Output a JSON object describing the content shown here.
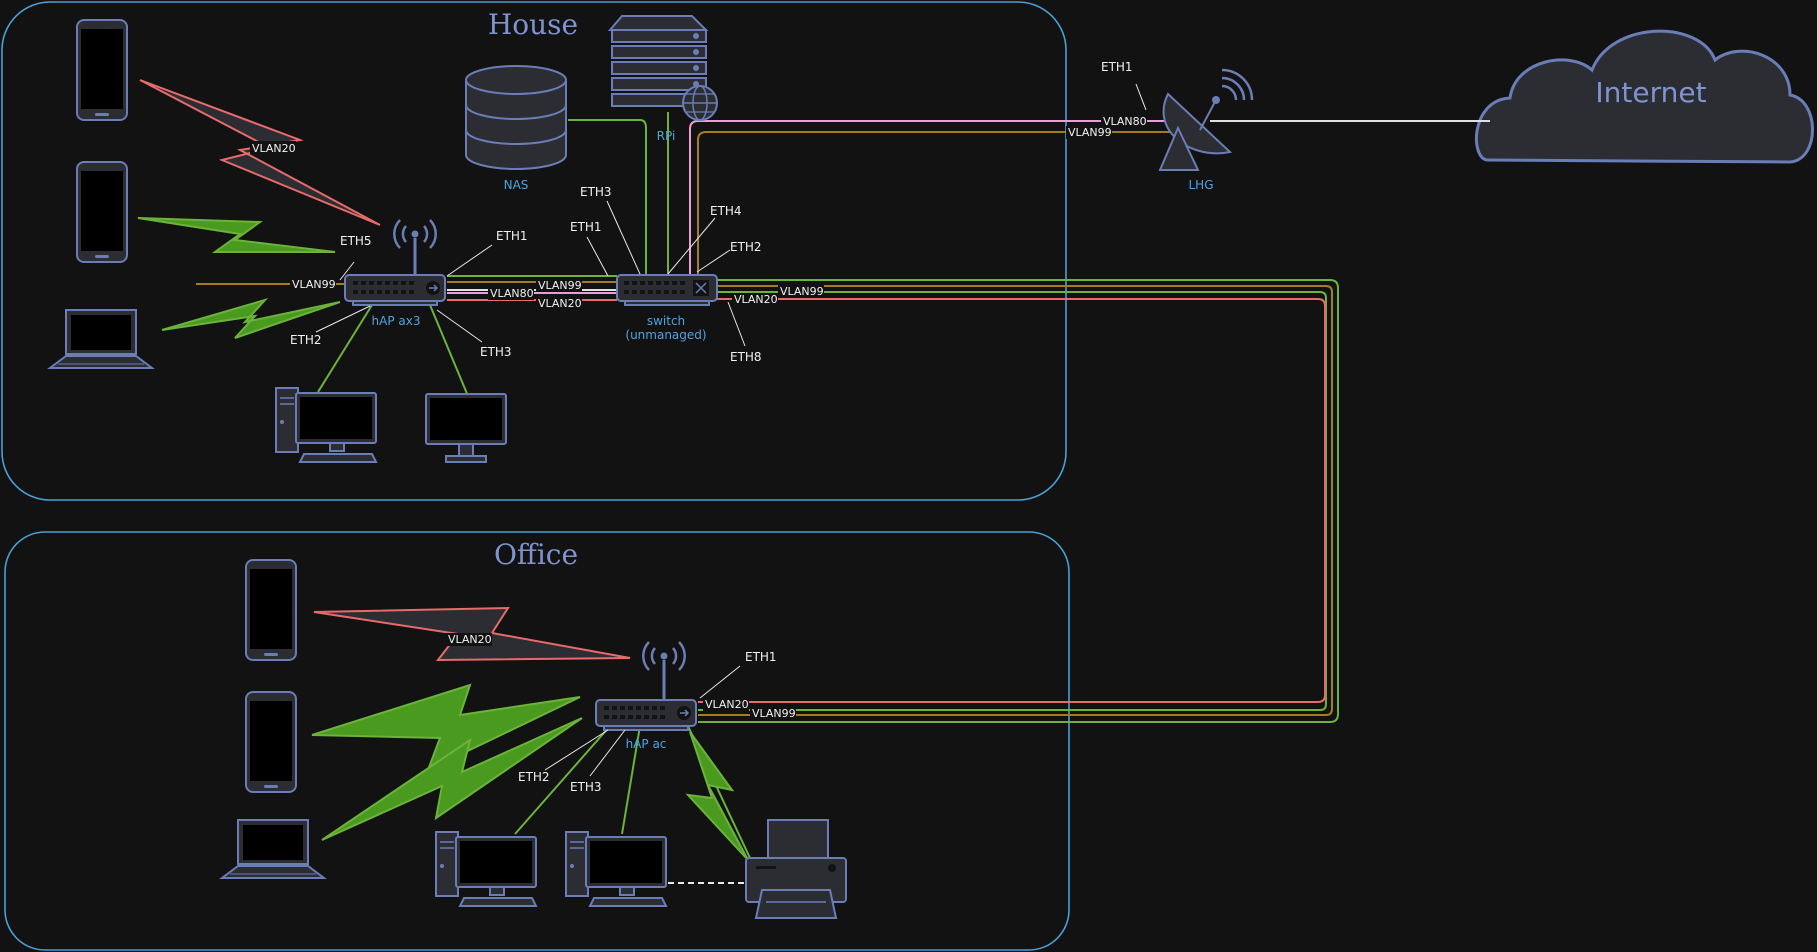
{
  "zones": {
    "house": "House",
    "office": "Office"
  },
  "cloud": {
    "label": "Internet"
  },
  "devices": {
    "nas": "NAS",
    "rpi": "RPi",
    "lhg": "LHG",
    "hap_ax3": "hAP ax3",
    "switch_line1": "switch",
    "switch_line2": "(unmanaged)",
    "hap_ac": "hAP ac"
  },
  "ports": {
    "lhg_eth1": "ETH1",
    "ax3_eth5": "ETH5",
    "ax3_eth1": "ETH1",
    "ax3_eth2": "ETH2",
    "ax3_eth3": "ETH3",
    "sw_eth3": "ETH3",
    "sw_eth1": "ETH1",
    "sw_eth4": "ETH4",
    "sw_eth2": "ETH2",
    "sw_eth8": "ETH8",
    "ac_eth1": "ETH1",
    "ac_eth2": "ETH2",
    "ac_eth3": "ETH3"
  },
  "vlans": {
    "house_phone1": "VLAN20",
    "ax3_left": "VLAN99",
    "lhg_80": "VLAN80",
    "lhg_99": "VLAN99",
    "ax3_80": "VLAN80",
    "ax3_99": "VLAN99",
    "ax3_20": "VLAN20",
    "sw_99": "VLAN99",
    "sw_20": "VLAN20",
    "office_phone1": "VLAN20",
    "ac_20": "VLAN20",
    "ac_99": "VLAN99"
  },
  "colors": {
    "zone_border": "#4a9fd4",
    "vlan20": "#e86b6b",
    "vlan99": "#a67d1c",
    "vlan80": "#ec9fd6",
    "trunk": "#6bb33a",
    "device_outline": "#6a7db6"
  },
  "icons": [
    "smartphone-icon",
    "laptop-icon",
    "desktop-pc-icon",
    "monitor-icon",
    "database-icon",
    "server-icon",
    "globe-icon",
    "wifi-router-icon",
    "switch-icon",
    "satellite-dish-icon",
    "cloud-icon",
    "printer-icon"
  ]
}
